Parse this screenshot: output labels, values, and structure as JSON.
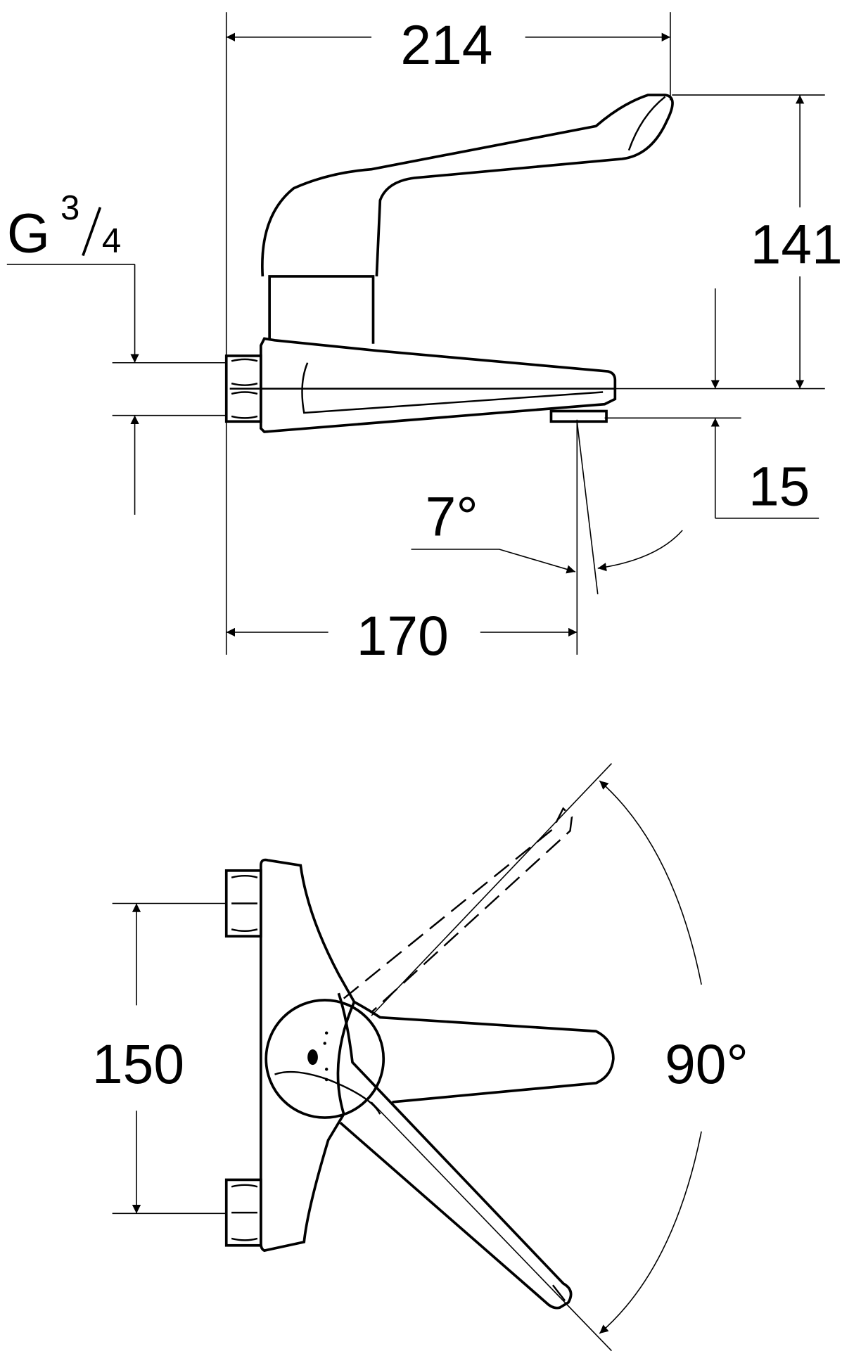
{
  "dimensions": {
    "width_total": "214",
    "height_handle": "141",
    "thread": {
      "base": "G",
      "numerator": "3",
      "denominator": "4"
    },
    "outlet_height": "15",
    "angle_outlet": "7°",
    "projection": "170",
    "center_distance": "150",
    "swing_angle": "90°"
  },
  "colors": {
    "line": "#000000",
    "background": "#ffffff"
  }
}
